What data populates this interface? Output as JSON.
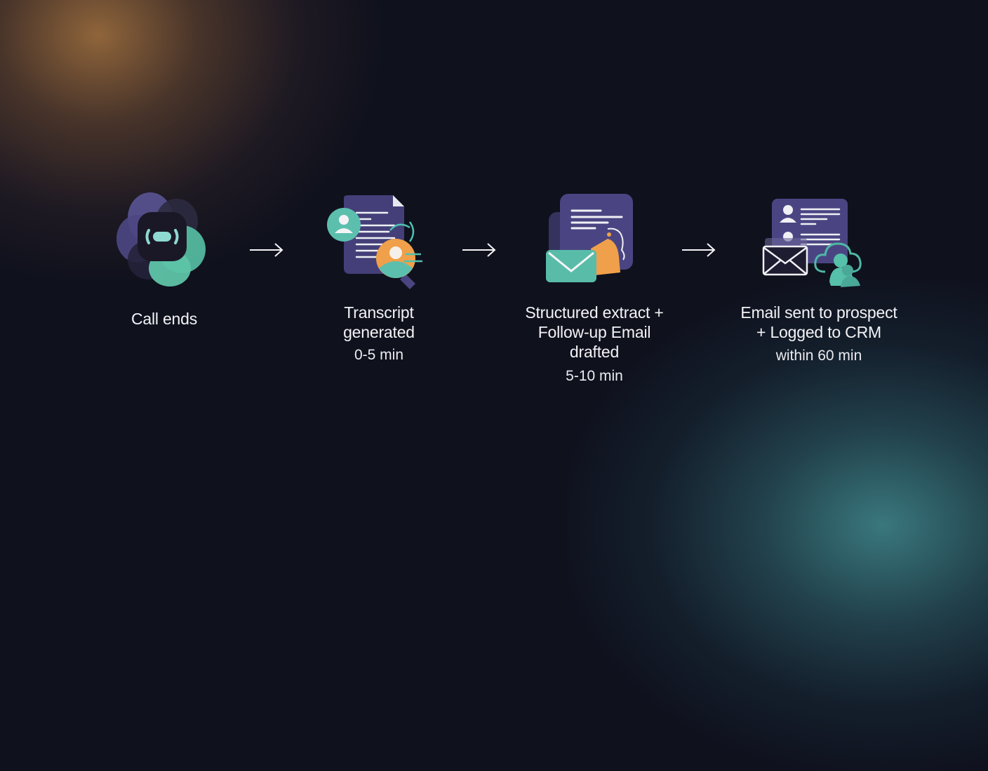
{
  "diagram": {
    "type": "process-flow",
    "colors": {
      "background": "#0f111d",
      "purple": "#4a4582",
      "teal": "#5cc0aa",
      "orange": "#f0a04a",
      "text": "#f3f3f6"
    },
    "steps": [
      {
        "icon": "call-ends-icon",
        "label_lines": [
          "Call ends"
        ],
        "time": ""
      },
      {
        "icon": "transcript-icon",
        "label_lines": [
          "Transcript",
          "generated"
        ],
        "time": "0-5 min"
      },
      {
        "icon": "extract-email-icon",
        "label_lines": [
          "Structured extract +",
          "Follow-up Email",
          "drafted"
        ],
        "time": "5-10 min"
      },
      {
        "icon": "crm-email-icon",
        "label_lines": [
          "Email sent to prospect",
          "+ Logged to CRM"
        ],
        "time": "within 60 min"
      }
    ],
    "arrows": [
      "arrow-right",
      "arrow-right",
      "arrow-right"
    ]
  }
}
